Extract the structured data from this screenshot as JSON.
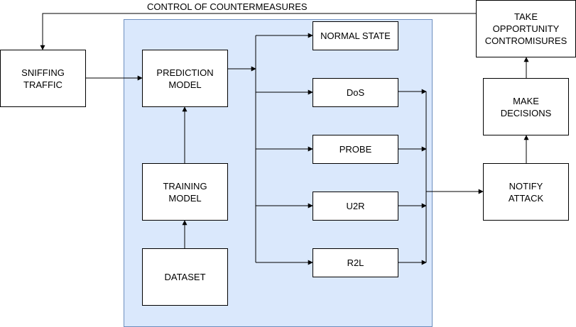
{
  "colors": {
    "region_fill": "#dae8fc",
    "region_border": "#6c8ebf",
    "box_fill": "#ffffff",
    "line": "#000000"
  },
  "diagram": {
    "feedback_label": "CONTROL OF COUNTERMEASURES",
    "nodes": {
      "sniffing": "SNIFFING\nTRAFFIC",
      "prediction": "PREDICTION\nMODEL",
      "training": "TRAINING\nMODEL",
      "dataset": "DATASET",
      "normal": "NORMAL STATE",
      "dos": "DoS",
      "probe": "PROBE",
      "u2r": "U2R",
      "r2l": "R2L",
      "notify": "NOTIFY\nATTACK",
      "decisions": "MAKE\nDECISIONS",
      "take": "TAKE\nOPPORTUNITY\nCONTROMISURES"
    },
    "edges": [
      {
        "from": "sniffing",
        "to": "prediction"
      },
      {
        "from": "dataset",
        "to": "training"
      },
      {
        "from": "training",
        "to": "prediction"
      },
      {
        "from": "prediction",
        "to": "normal"
      },
      {
        "from": "prediction",
        "to": "dos"
      },
      {
        "from": "prediction",
        "to": "probe"
      },
      {
        "from": "prediction",
        "to": "u2r"
      },
      {
        "from": "prediction",
        "to": "r2l"
      },
      {
        "from": "dos",
        "to": "notify"
      },
      {
        "from": "probe",
        "to": "notify"
      },
      {
        "from": "u2r",
        "to": "notify"
      },
      {
        "from": "r2l",
        "to": "notify"
      },
      {
        "from": "notify",
        "to": "decisions"
      },
      {
        "from": "decisions",
        "to": "take"
      },
      {
        "from": "take",
        "to": "sniffing",
        "label": "CONTROL OF COUNTERMEASURES"
      }
    ]
  }
}
